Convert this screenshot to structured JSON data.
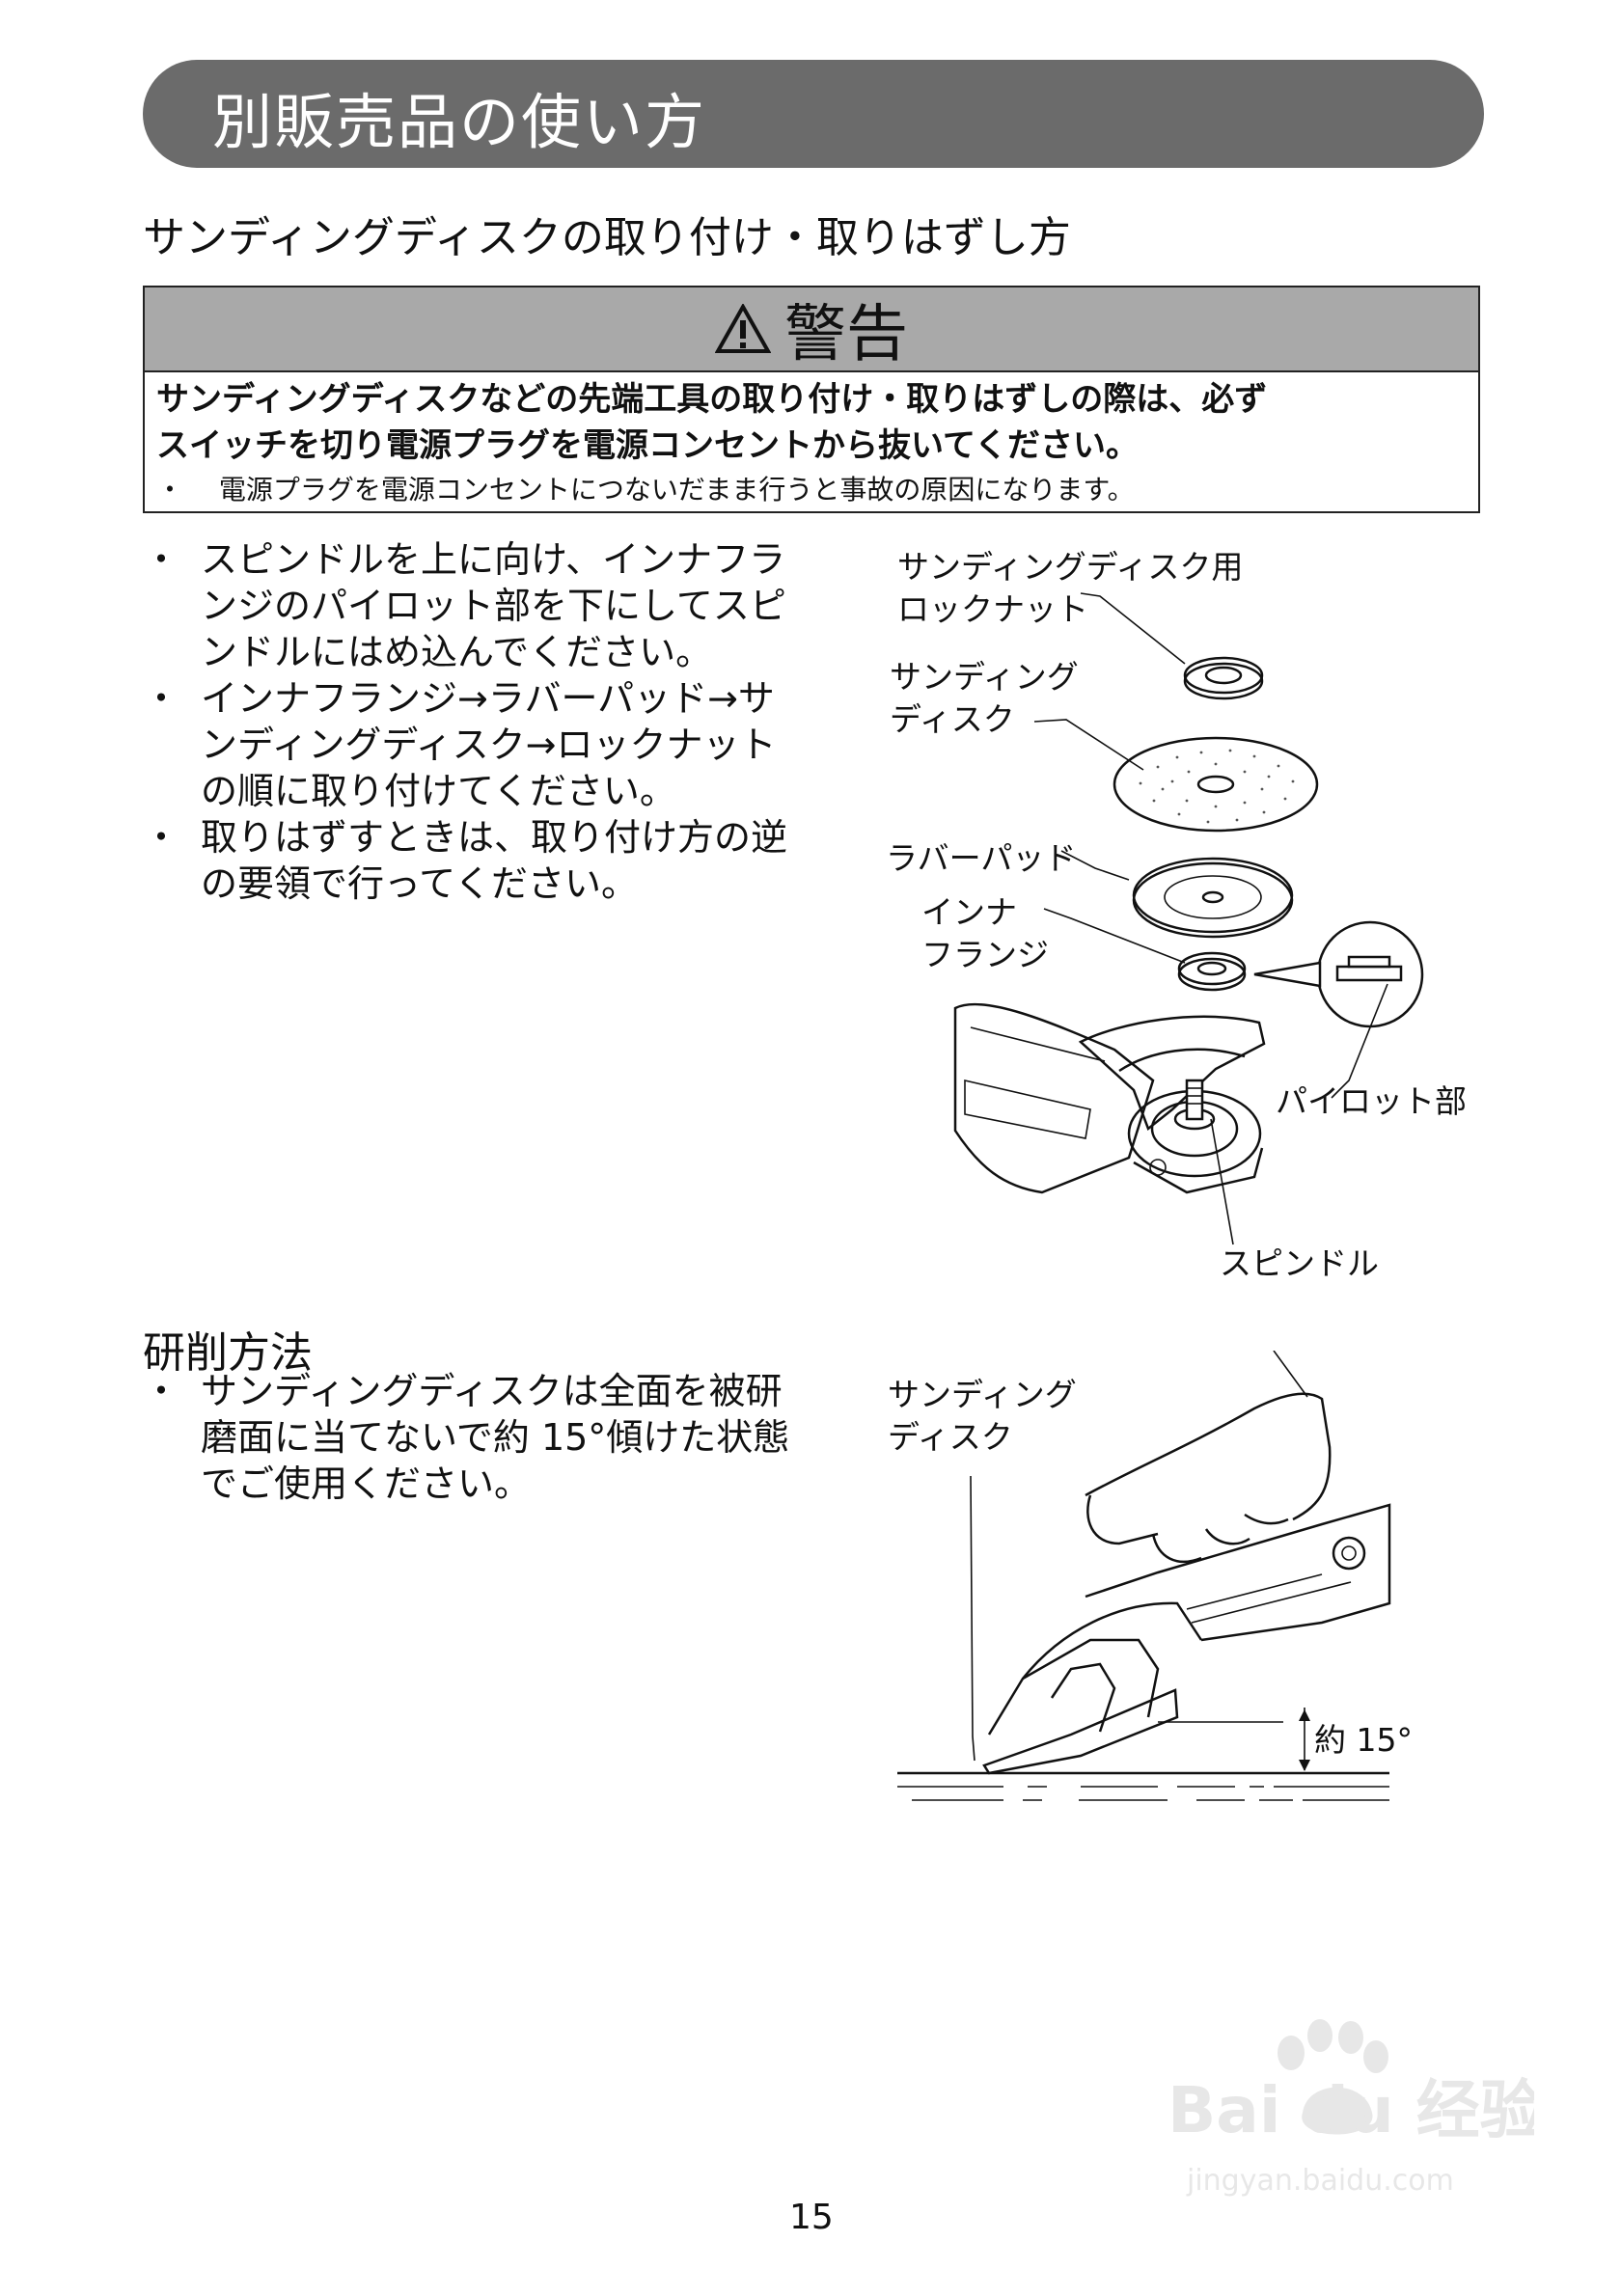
{
  "header": {
    "title": "別販売品の使い方"
  },
  "section1": {
    "title": "サンディングディスクの取り付け・取りはずし方"
  },
  "warning": {
    "title": "警告",
    "line1": "サンディングディスクなどの先端工具の取り付け・取りはずしの際は、必ず",
    "line2": "スイッチを切り電源プラグを電源コンセントから抜いてください。",
    "note_bullet": "・",
    "note": "電源プラグを電源コンセントにつないだまま行うと事故の原因になります。"
  },
  "install_steps": [
    {
      "bullet": "・",
      "lines": [
        "スピンドルを上に向け、インナフラ",
        "ンジのパイロット部を下にしてスピ",
        "ンドルにはめ込んでください。"
      ]
    },
    {
      "bullet": "・",
      "lines": [
        "インナフランジ→ラバーパッド→サ",
        "ンディングディスク→ロックナット",
        "の順に取り付けてください。"
      ]
    },
    {
      "bullet": "・",
      "lines": [
        "取りはずすときは、取り付け方の逆",
        "の要領で行ってください。"
      ]
    }
  ],
  "diagram1": {
    "label_locknut": [
      "サンディングディスク用",
      "ロックナット"
    ],
    "label_disc": [
      "サンディング",
      "ディスク"
    ],
    "label_rubber_pad": "ラバーパッド",
    "label_inner_flange": [
      "インナ",
      "フランジ"
    ],
    "label_pilot": "パイロット部",
    "label_spindle": "スピンドル"
  },
  "section2": {
    "title": "研削方法",
    "steps": [
      {
        "bullet": "・",
        "lines": [
          "サンディングディスクは全面を被研",
          "磨面に当てないで約 15°傾けた状態",
          "でご使用ください。"
        ]
      }
    ]
  },
  "diagram2": {
    "label_disc": [
      "サンディング",
      "ディスク"
    ],
    "label_angle": "約 15°"
  },
  "page": {
    "number": "15"
  },
  "watermark": {
    "logo": "Bai du 经验",
    "url": "jingyan.baidu.com"
  }
}
